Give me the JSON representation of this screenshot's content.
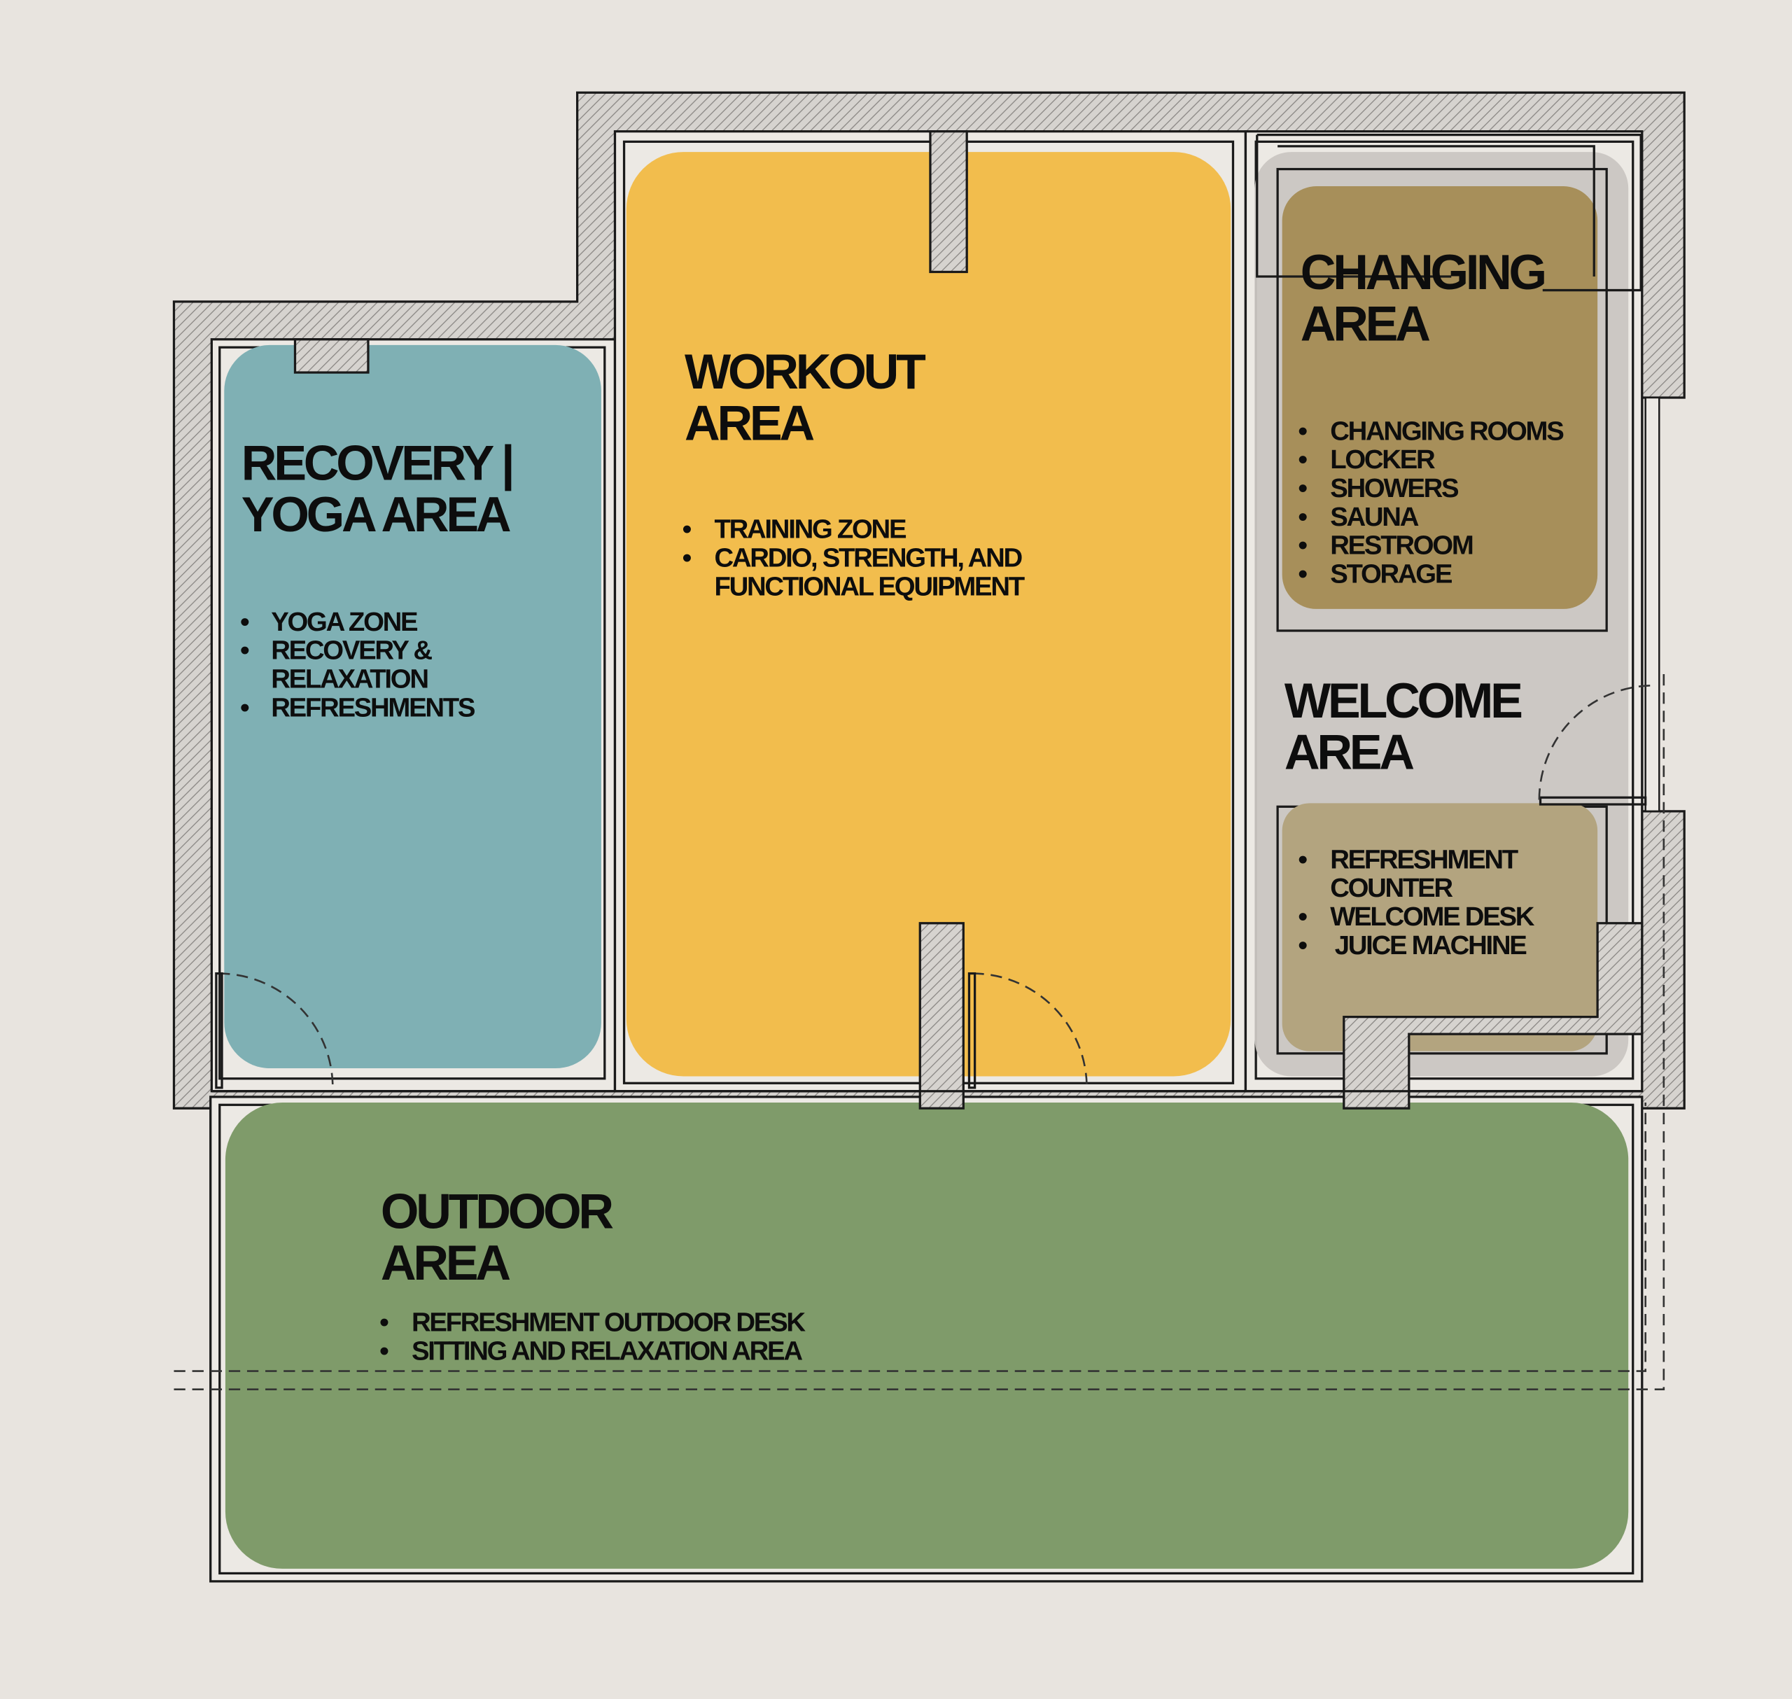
{
  "plan": {
    "colors": {
      "background": "#e8e4df",
      "recovery": "#7fb0b4",
      "workout": "#f2bd4d",
      "welcome": "#cac6c2",
      "changing": "#a78f5a",
      "counter": "#b3a47f",
      "outdoor": "#7f9b6a"
    },
    "recovery": {
      "title": [
        "RECOVERY |",
        "YOGA AREA"
      ],
      "items": [
        "YOGA ZONE",
        "RECOVERY &",
        "RELAXATION",
        "REFRESHMENTS"
      ]
    },
    "workout": {
      "title": [
        "WORKOUT",
        "AREA"
      ],
      "items": [
        "TRAINING ZONE",
        "CARDIO, STRENGTH, AND",
        "FUNCTIONAL EQUIPMENT"
      ]
    },
    "changing": {
      "title": [
        "CHANGING",
        "AREA"
      ],
      "items": [
        "CHANGING ROOMS",
        "LOCKER",
        "SHOWERS",
        "SAUNA",
        "RESTROOM",
        "STORAGE"
      ]
    },
    "welcome": {
      "title": [
        "WELCOME",
        "AREA"
      ],
      "items": [
        "REFRESHMENT",
        "COUNTER",
        "WELCOME DESK",
        "JUICE MACHINE"
      ]
    },
    "outdoor": {
      "title": [
        "OUTDOOR",
        "AREA"
      ],
      "items": [
        "REFRESHMENT OUTDOOR DESK",
        "SITTING AND RELAXATION AREA"
      ]
    }
  }
}
